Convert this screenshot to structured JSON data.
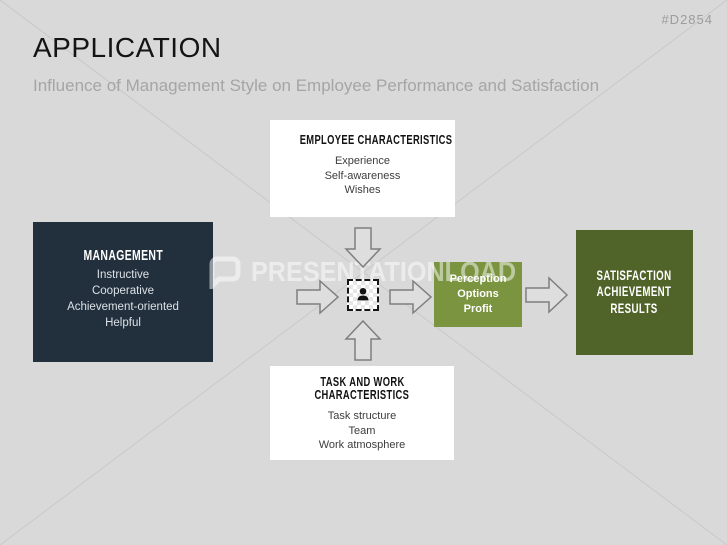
{
  "page": {
    "code": "#D2854",
    "title": "APPLICATION",
    "subtitle": "Influence of Management Style on Employee Performance and Satisfaction"
  },
  "watermark": {
    "text": "PRESENTATIONLOAD",
    "logo_icon": "presentationload-logo-icon"
  },
  "boxes": {
    "employee": {
      "title": "EMPLOYEE CHARACTERISTICS",
      "items": [
        "Experience",
        "Self-awareness",
        "Wishes"
      ]
    },
    "management": {
      "title": "MANAGEMENT",
      "items": [
        "Instructive",
        "Cooperative",
        "Achievement-oriented",
        "Helpful"
      ]
    },
    "task": {
      "title_lines": [
        "TASK AND WORK",
        "CHARACTERISTICS"
      ],
      "items": [
        "Task structure",
        "Team",
        "Work atmosphere"
      ]
    },
    "perception": {
      "items": [
        "Perception",
        "Options",
        "Profit"
      ]
    },
    "satisfaction": {
      "items": [
        "SATISFACTION",
        "ACHIEVEMENT",
        "RESULTS"
      ]
    }
  },
  "icons": {
    "center": "person-icon"
  },
  "colors": {
    "background": "#d9d9d9",
    "navy_box": "#222f3d",
    "olive_box": "#7b9440",
    "dark_olive_box": "#50642a",
    "arrow_fill": "#dedede",
    "arrow_stroke": "#7f7f7f",
    "diagonal_line": "#c9c9c9",
    "subtitle_gray": "#a5a5a5"
  }
}
